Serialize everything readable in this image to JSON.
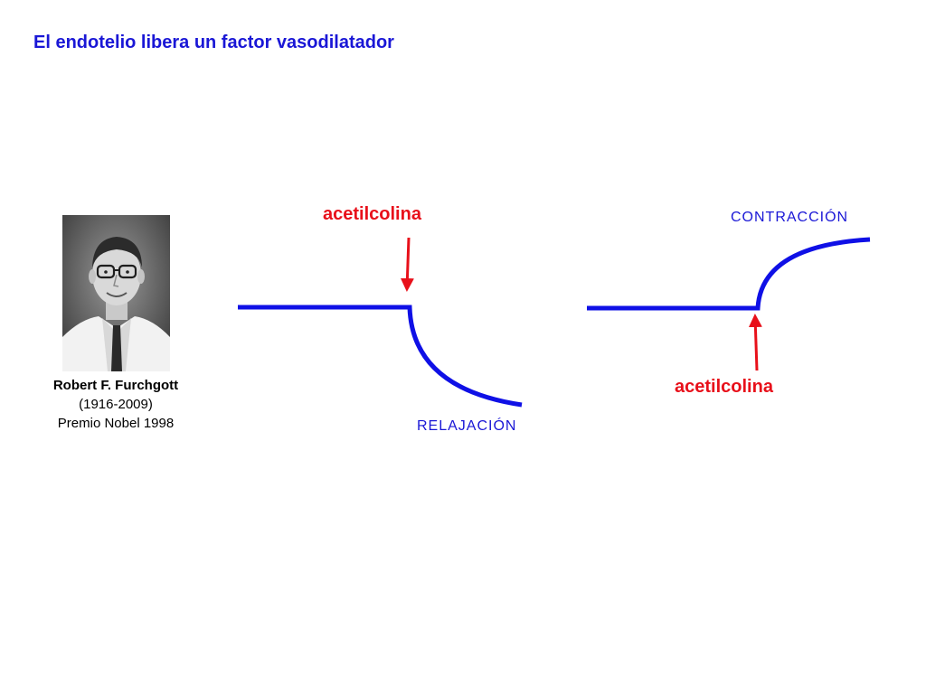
{
  "title": "El endotelio libera un factor vasodilatador",
  "portrait": {
    "name": "Robert F. Furchgott",
    "dates": "(1916-2009)",
    "award": "Premio Nobel 1998"
  },
  "relaxation_panel": {
    "stimulus_label": "acetilcolina",
    "response_label": "RELAJACIÓN",
    "response_direction": "down"
  },
  "contraction_panel": {
    "stimulus_label": "acetilcolina",
    "response_label": "CONTRACCIÓN",
    "response_direction": "up"
  },
  "colors": {
    "title": "#1a17d6",
    "trace": "#0f10e6",
    "stimulus": "#e8101a",
    "response_label": "#1a17d6"
  }
}
